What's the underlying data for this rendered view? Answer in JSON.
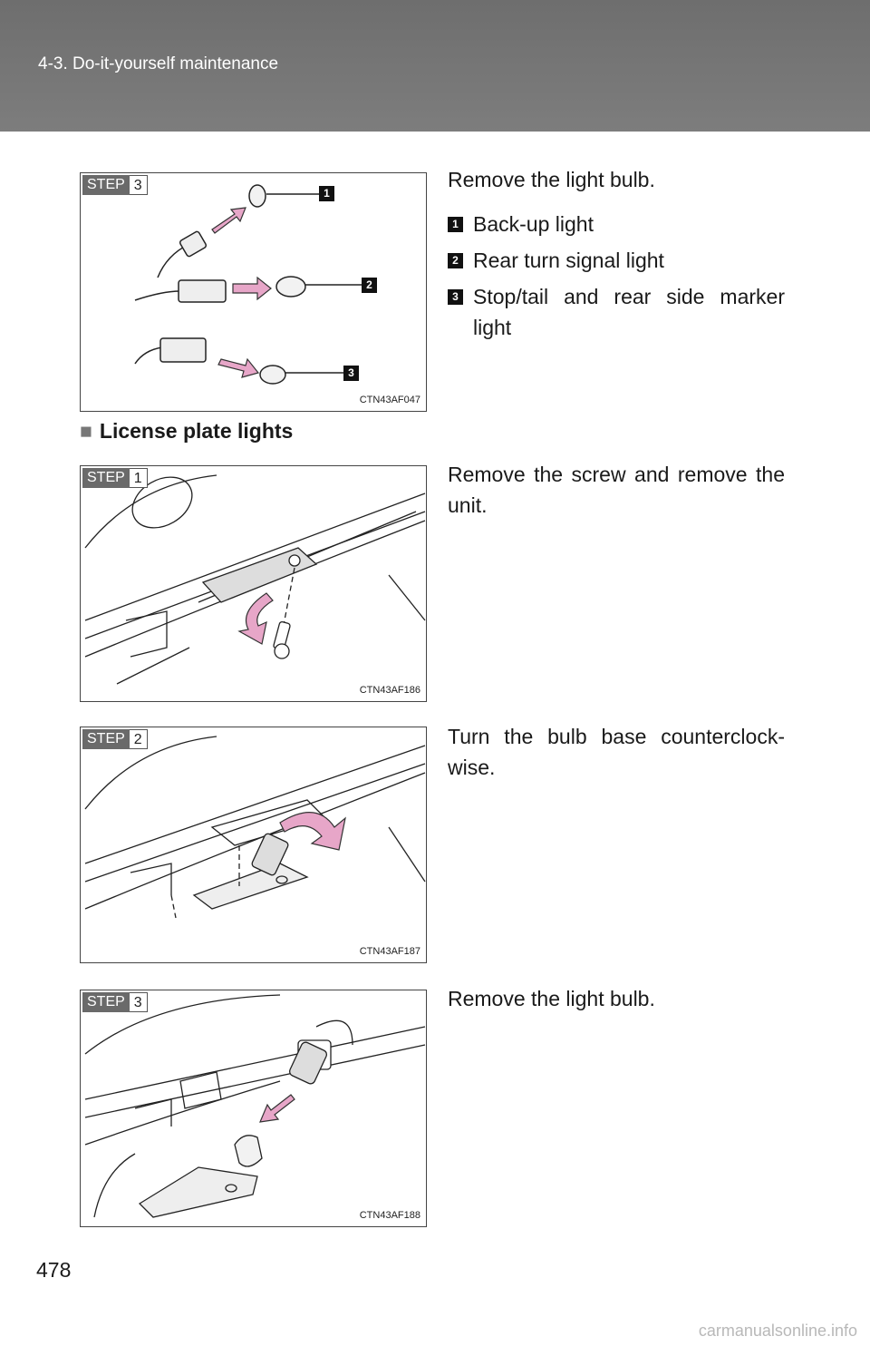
{
  "header": {
    "section": "4-3. Do-it-yourself maintenance"
  },
  "figures": [
    {
      "step_label": "STEP",
      "step_num": "3",
      "code": "CTN43AF047"
    },
    {
      "step_label": "STEP",
      "step_num": "1",
      "code": "CTN43AF186"
    },
    {
      "step_label": "STEP",
      "step_num": "2",
      "code": "CTN43AF187"
    },
    {
      "step_label": "STEP",
      "step_num": "3",
      "code": "CTN43AF188"
    }
  ],
  "callouts": [
    "1",
    "2",
    "3"
  ],
  "text": {
    "step3_intro": "Remove the light bulb.",
    "items": [
      "Back-up light",
      "Rear turn signal light",
      "Stop/tail and rear side marker light"
    ],
    "heading": "License plate lights",
    "heading_marker": "■",
    "lp_step1": "Remove the screw and remove the unit.",
    "lp_step2": "Turn the bulb base counterclock-wise.",
    "lp_step3": "Remove the light bulb."
  },
  "page_number": "478",
  "footer": "carmanualsonline.info",
  "colors": {
    "header_bg": "#777777",
    "arrow": "#e7a6c8",
    "step_bg": "#6a6a6a"
  }
}
